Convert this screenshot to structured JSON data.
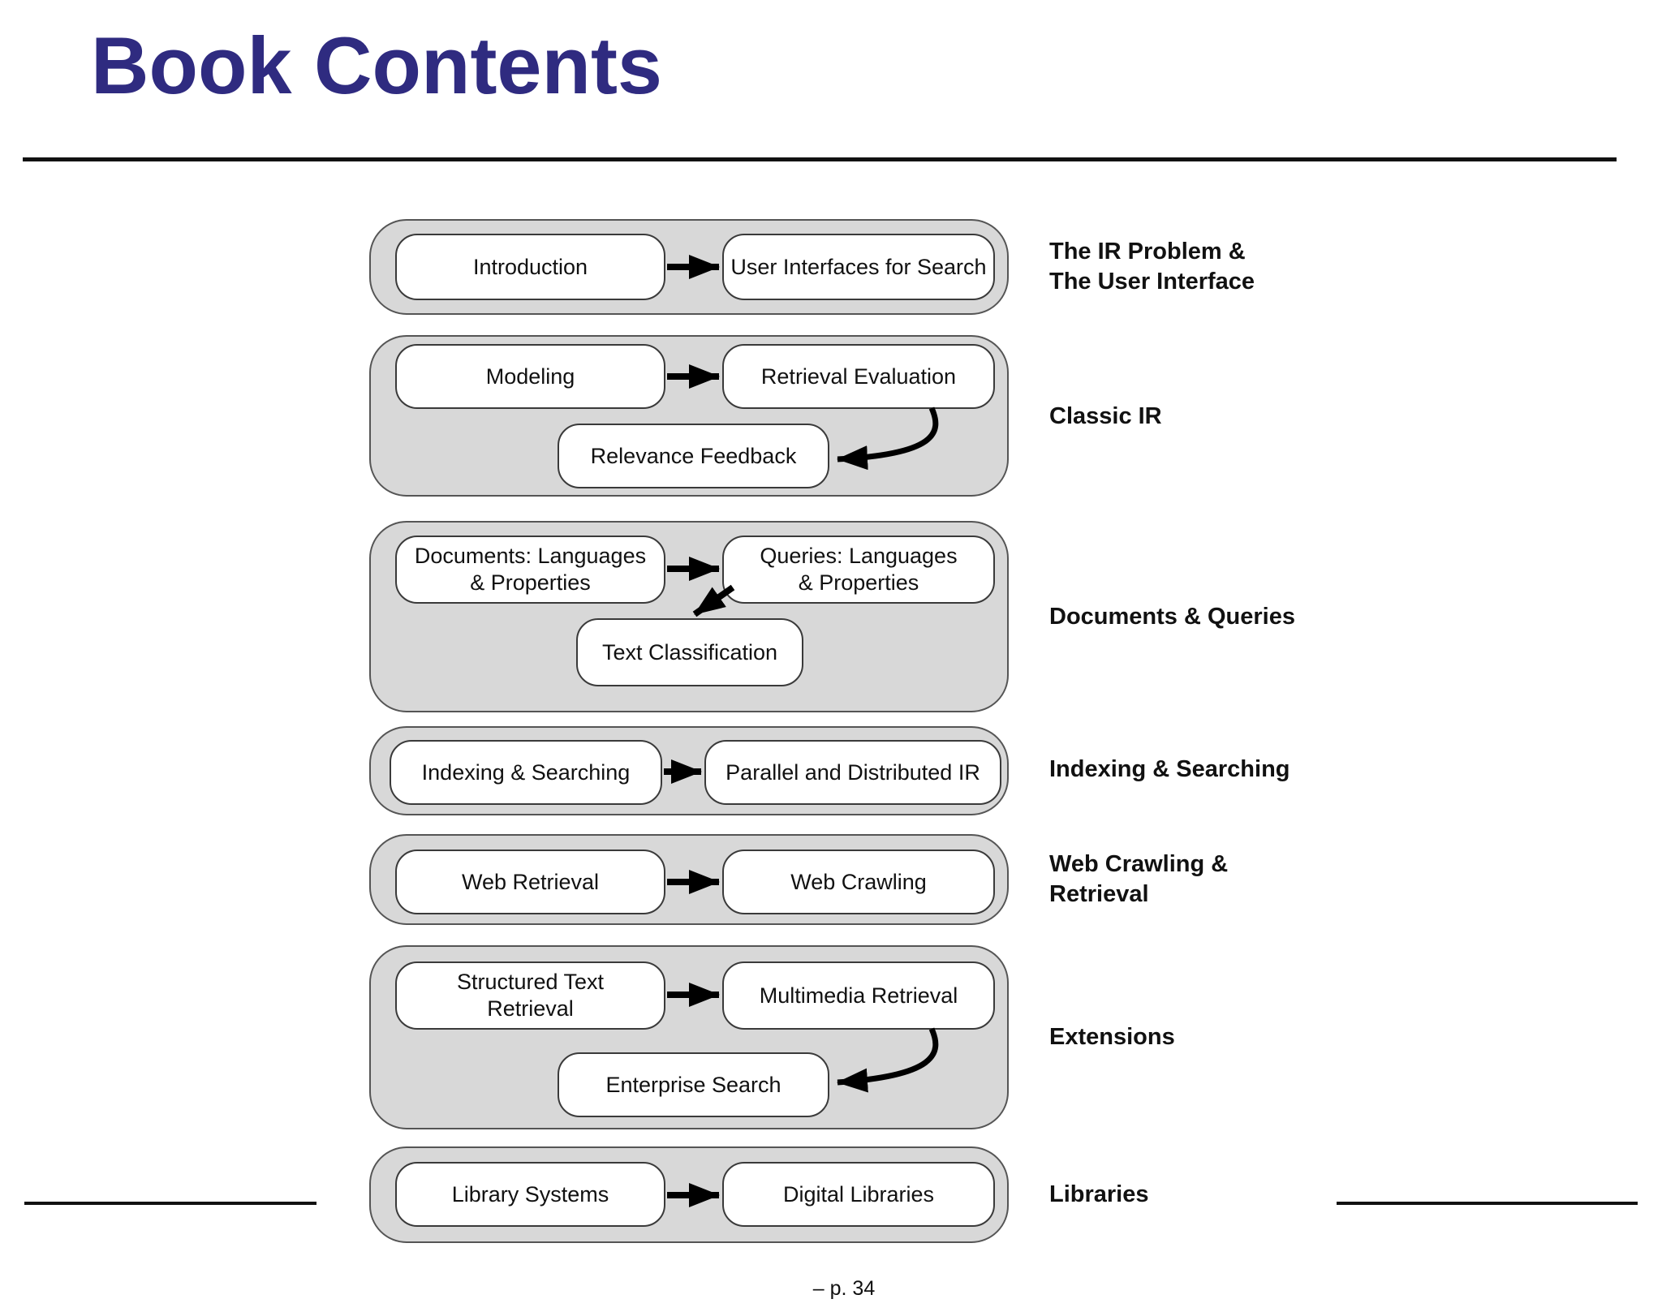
{
  "title": "Book Contents",
  "footer": "– p. 34",
  "colors": {
    "title_text": "#2f2b80",
    "group_fill": "#d8d8d8",
    "group_border": "#555555",
    "node_fill": "#ffffff",
    "node_border": "#3a3a3a",
    "arrow": "#000000",
    "label_text": "#111111"
  },
  "groups": [
    {
      "label_lines": [
        "The IR Problem &",
        "The User Interface"
      ],
      "boxes": [
        "Introduction",
        "User Interfaces for Search"
      ]
    },
    {
      "label_lines": [
        "Classic IR"
      ],
      "boxes": [
        "Modeling",
        "Retrieval Evaluation",
        "Relevance Feedback"
      ]
    },
    {
      "label_lines": [
        "Documents & Queries"
      ],
      "boxes": [
        "Documents: Languages\n& Properties",
        "Queries: Languages\n& Properties",
        "Text Classification"
      ]
    },
    {
      "label_lines": [
        "Indexing & Searching"
      ],
      "boxes": [
        "Indexing & Searching",
        "Parallel and Distributed IR"
      ]
    },
    {
      "label_lines": [
        "Web Crawling &",
        "Retrieval"
      ],
      "boxes": [
        "Web Retrieval",
        "Web Crawling"
      ]
    },
    {
      "label_lines": [
        "Extensions"
      ],
      "boxes": [
        "Structured Text\nRetrieval",
        "Multimedia Retrieval",
        "Enterprise Search"
      ]
    },
    {
      "label_lines": [
        "Libraries"
      ],
      "boxes": [
        "Library Systems",
        "Digital Libraries"
      ]
    }
  ]
}
